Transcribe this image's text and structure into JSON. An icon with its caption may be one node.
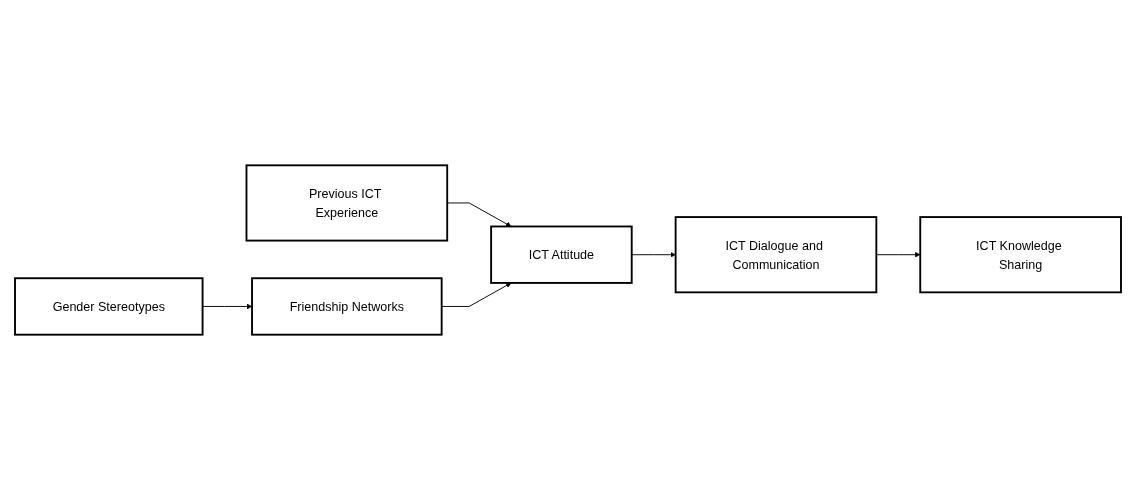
{
  "diagram": {
    "nodes": [
      {
        "text": [
          "Gender Stereotypes"
        ]
      },
      {
        "text": [
          "Previous ICT Experience"
        ]
      },
      {
        "text": [
          "Friendship Networks"
        ]
      },
      {
        "text": [
          "ICT Attitude"
        ]
      },
      {
        "text": [
          "ICT Dialogue and Communication"
        ]
      },
      {
        "text": [
          "ICT Knowledge Sharing"
        ]
      }
    ],
    "edges": [
      {
        "from": 0,
        "to": 2,
        "arrow": "to"
      },
      {
        "from": 1,
        "to": 3,
        "arrow": "to"
      },
      {
        "from": 2,
        "to": 3,
        "arrow": "to"
      },
      {
        "from": 3,
        "to": 4,
        "arrow": "to"
      },
      {
        "from": 4,
        "to": 5,
        "arrow": "to"
      }
    ]
  }
}
